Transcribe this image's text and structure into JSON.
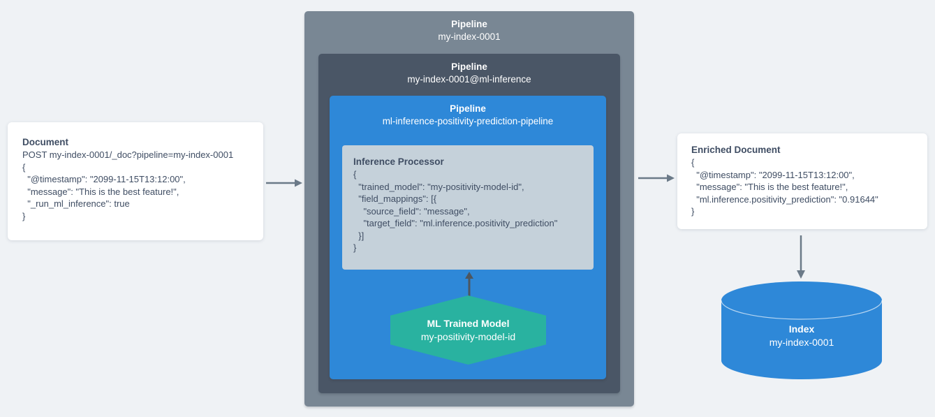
{
  "colors": {
    "background": "#eff2f5",
    "outer_pipeline_gray": "#798794",
    "inner_pipeline_dark": "#4a5666",
    "ml_pipeline_blue": "#2e88d8",
    "processor_box_gray": "#c5d1da",
    "model_green": "#29b2a0",
    "index_blue": "#2e88d8",
    "text_dark": "#3f4d63",
    "arrow_gray": "#6b7a88"
  },
  "document_box": {
    "title": "Document",
    "code": "POST my-index-0001/_doc?pipeline=my-index-0001\n{\n  \"@timestamp\": \"2099-11-15T13:12:00\",\n  \"message\": \"This is the best feature!\",\n  \"_run_ml_inference\": true\n}"
  },
  "pipelines": {
    "outer": {
      "label": "Pipeline",
      "name": "my-index-0001"
    },
    "ml_inference": {
      "label": "Pipeline",
      "name": "my-index-0001@ml-inference"
    },
    "positivity": {
      "label": "Pipeline",
      "name": "ml-inference-positivity-prediction-pipeline"
    }
  },
  "inference_processor": {
    "title": "Inference Processor",
    "code": "{\n  \"trained_model\": \"my-positivity-model-id\",\n  \"field_mappings\": [{\n    \"source_field\": \"message\",\n    \"target_field\": \"ml.inference.positivity_prediction\"\n  }]\n}"
  },
  "ml_trained_model": {
    "label": "ML Trained Model",
    "name": "my-positivity-model-id"
  },
  "enriched_document_box": {
    "title": "Enriched Document",
    "code": "{\n  \"@timestamp\": \"2099-11-15T13:12:00\",\n  \"message\": \"This is the best feature!\",\n  \"ml.inference.positivity_prediction\": \"0.91644\"\n}"
  },
  "index_cylinder": {
    "label": "Index",
    "name": "my-index-0001"
  }
}
